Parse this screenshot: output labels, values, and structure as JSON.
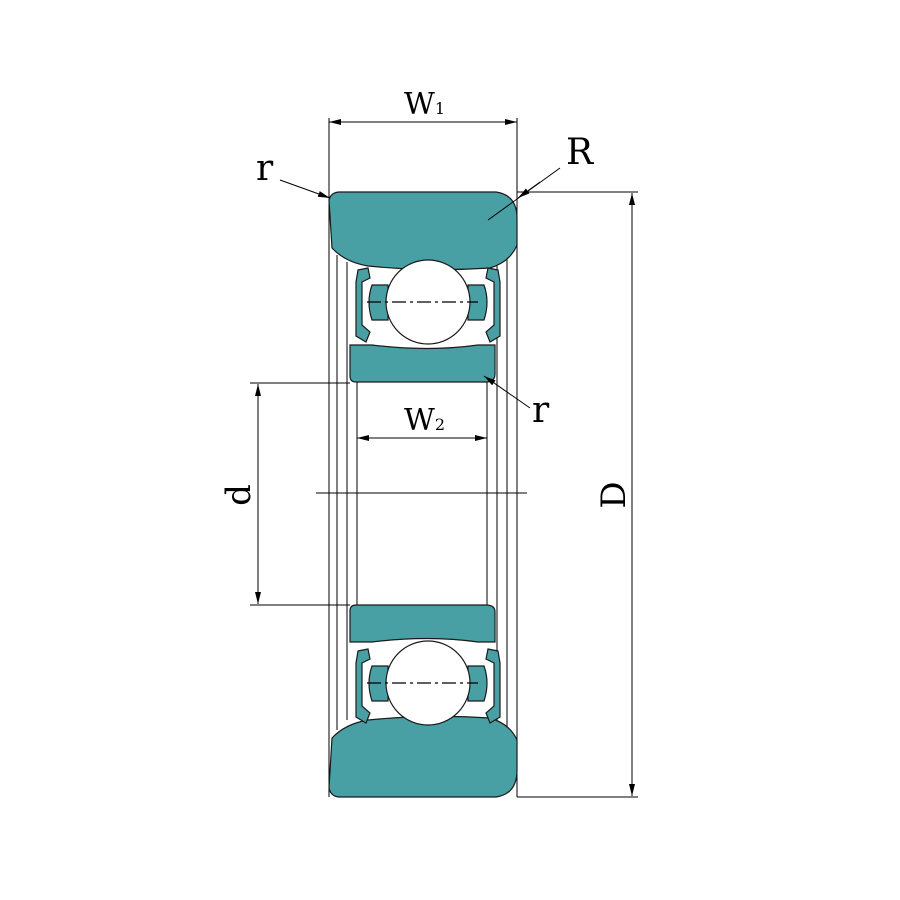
{
  "labels": {
    "w1": "W",
    "w1_sub": "1",
    "w2": "W",
    "w2_sub": "2",
    "R": "R",
    "r_outer": "r",
    "r_inner": "r",
    "d": "d",
    "D": "D"
  },
  "colors": {
    "ring_fill": "#48a0a5"
  }
}
